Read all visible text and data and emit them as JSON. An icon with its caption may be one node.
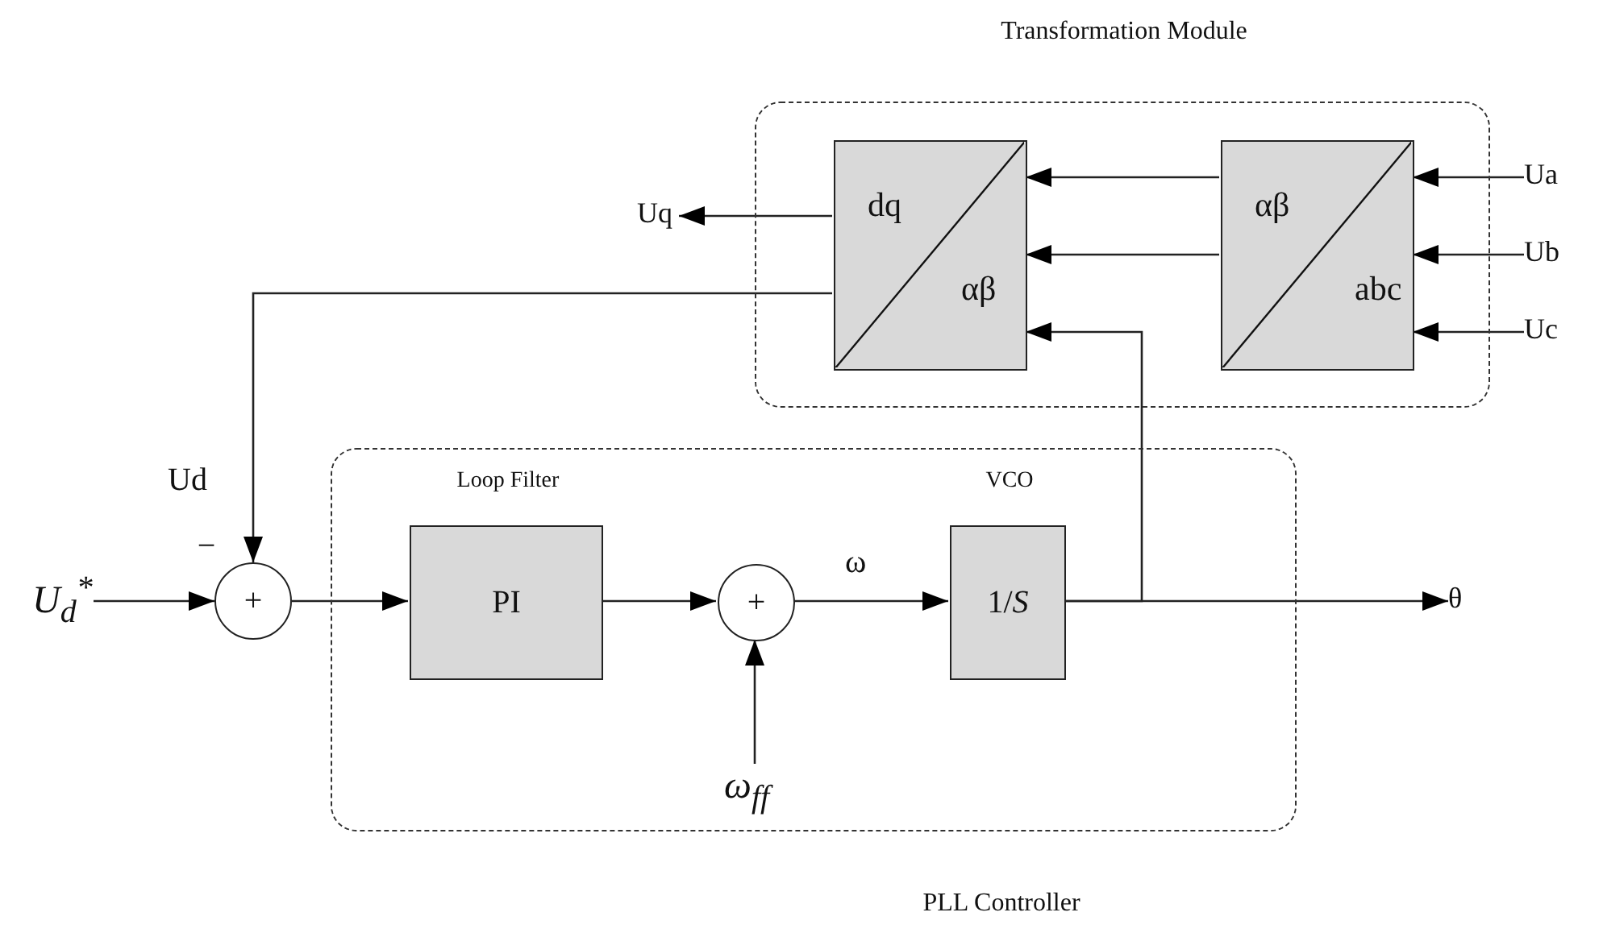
{
  "diagram": {
    "nodes": [
      {
        "text": [
          "Transformation Module"
        ]
      },
      {
        "text": [
          "dq",
          "αβ"
        ],
        "in": 0
      },
      {
        "text": [
          "αβ",
          "abc"
        ],
        "in": 0
      },
      {
        "text": [
          "PLL Controller"
        ]
      },
      {
        "text": [
          "PI"
        ],
        "beside": [
          "Loop Filter"
        ],
        "in": 3
      },
      {
        "text": [
          "+"
        ],
        "in": 3
      },
      {
        "text": [
          "1/*S*"
        ],
        "beside": [
          "VCO"
        ],
        "in": 3
      },
      {
        "text": [
          "+"
        ],
        "beside": [
          "−"
        ]
      },
      {
        "text": [
          "Ua"
        ]
      },
      {
        "text": [
          "Ub"
        ]
      },
      {
        "text": [
          "Uc"
        ]
      },
      {
        "text": [
          "Uq"
        ]
      },
      {
        "text": [
          "U$_{d}$$^{*}$"
        ]
      },
      {
        "text": [
          "ω$_{ff}$"
        ],
        "in": 3
      },
      {
        "text": [
          "θ"
        ]
      }
    ],
    "edges": [
      {
        "from": 8,
        "to": 2,
        "arrow": "to"
      },
      {
        "from": 9,
        "to": 2,
        "arrow": "to"
      },
      {
        "from": 10,
        "to": 2,
        "arrow": "to"
      },
      {
        "from": 2,
        "to": 1,
        "arrow": "to"
      },
      {
        "from": 2,
        "to": 1,
        "arrow": "to"
      },
      {
        "from": 1,
        "to": 11,
        "arrow": "to"
      },
      {
        "from": 1,
        "to": 7,
        "arrow": "to",
        "label": "Ud"
      },
      {
        "from": 12,
        "to": 7,
        "arrow": "to"
      },
      {
        "from": 7,
        "to": 4,
        "arrow": "to"
      },
      {
        "from": 4,
        "to": 5,
        "arrow": "to"
      },
      {
        "from": 13,
        "to": 5,
        "arrow": "to"
      },
      {
        "from": 5,
        "to": 6,
        "arrow": "to",
        "label": "ω"
      },
      {
        "from": 6,
        "to": 14,
        "arrow": "to"
      },
      {
        "from": 6,
        "to": 1,
        "arrow": "to"
      }
    ]
  }
}
